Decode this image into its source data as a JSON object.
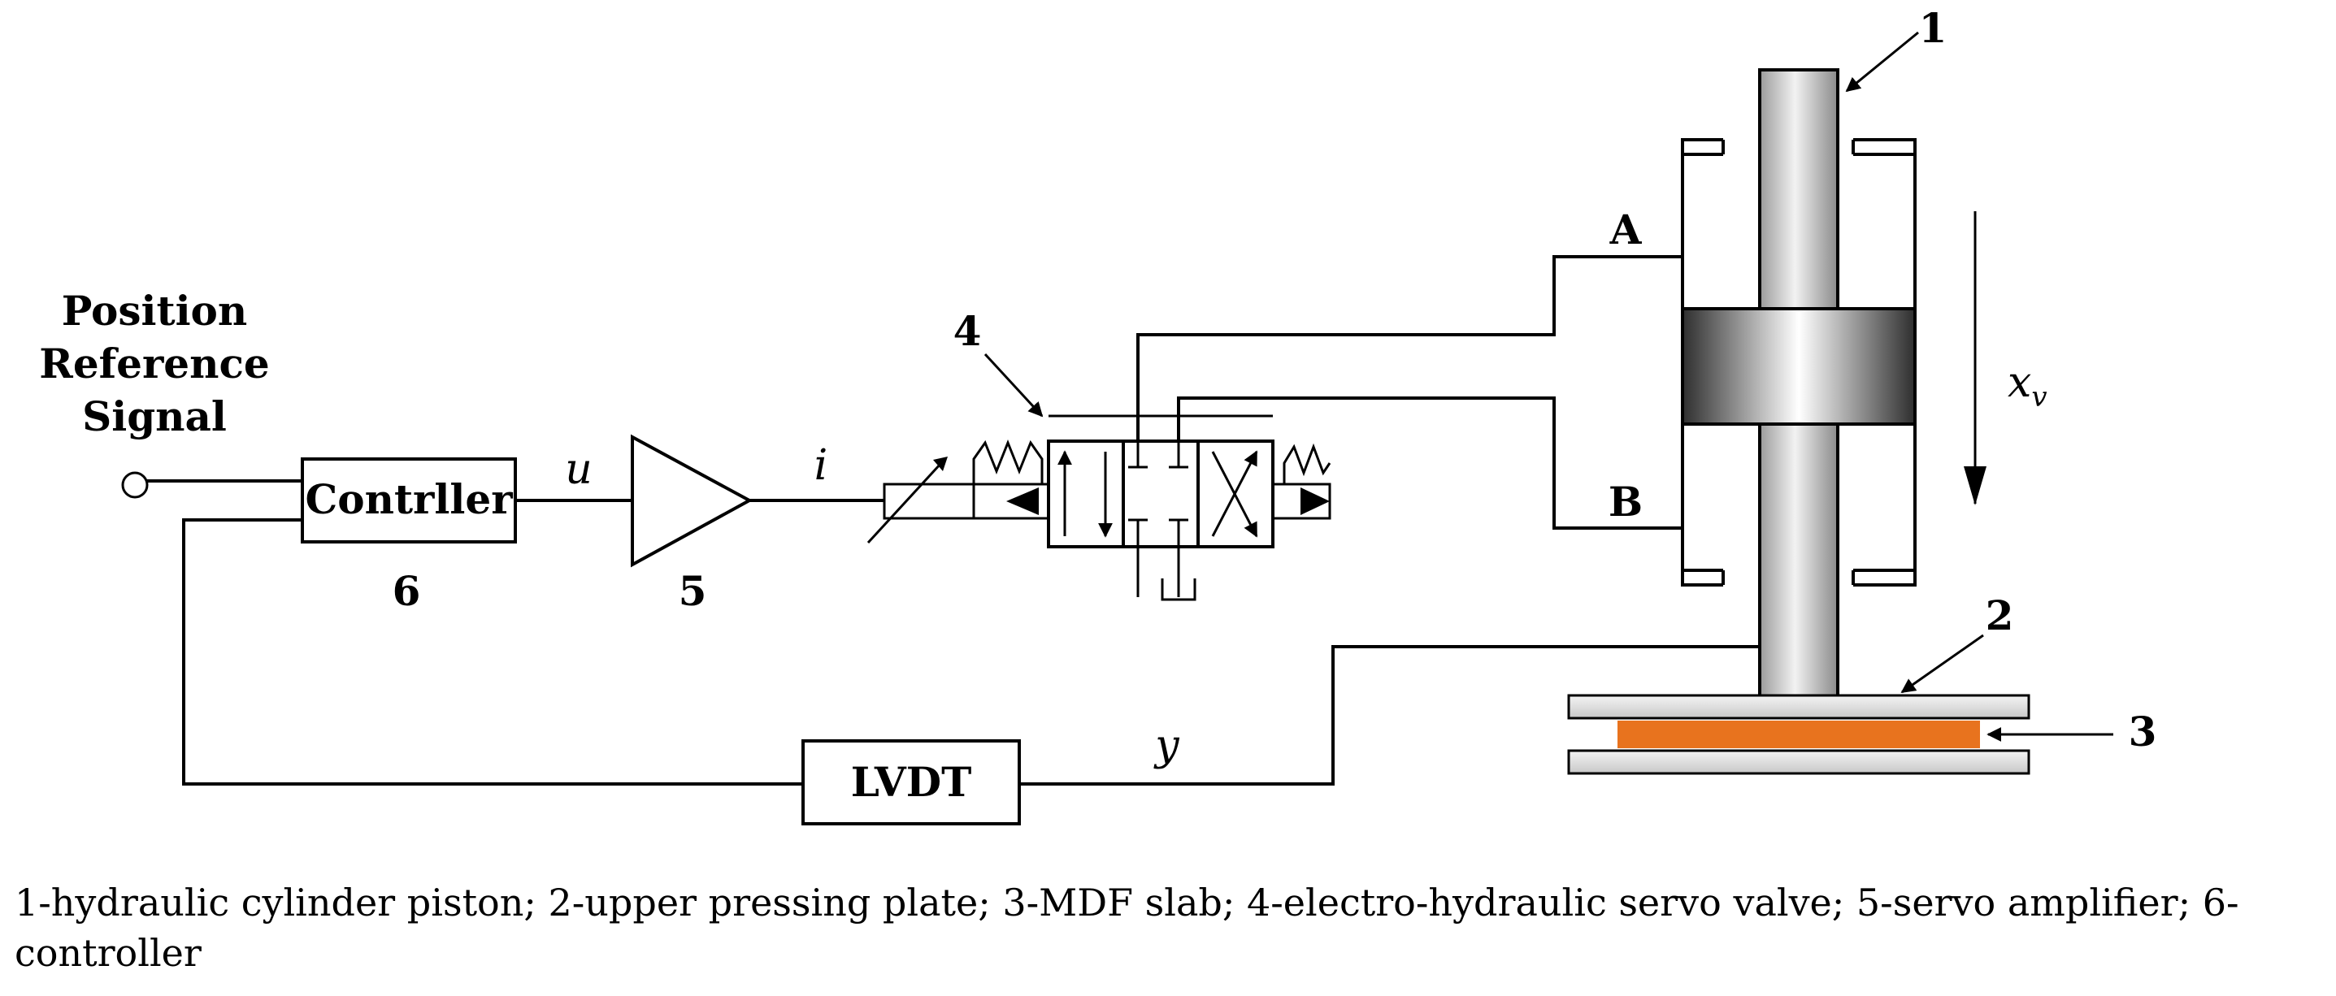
{
  "input_label": [
    "Position",
    "Reference",
    "Signal"
  ],
  "blocks": {
    "controller": "Contrller",
    "lvdt": "LVDT"
  },
  "signals": {
    "u": "u",
    "i": "i",
    "y": "y",
    "xv_main": "x",
    "xv_sub": "v"
  },
  "ports": {
    "a": "A",
    "b": "B"
  },
  "numbers": {
    "n1": "1",
    "n2": "2",
    "n3": "3",
    "n4": "4",
    "n5": "5",
    "n6": "6"
  },
  "caption": "1-hydraulic cylinder piston; 2-upper pressing plate; 3-MDF slab; 4-electro-hydraulic servo valve; 5-servo amplifier; 6-controller",
  "colors": {
    "mdf_slab": "#E8731E",
    "piston_dark": "#3a3a3a",
    "piston_light": "#ffffff"
  }
}
